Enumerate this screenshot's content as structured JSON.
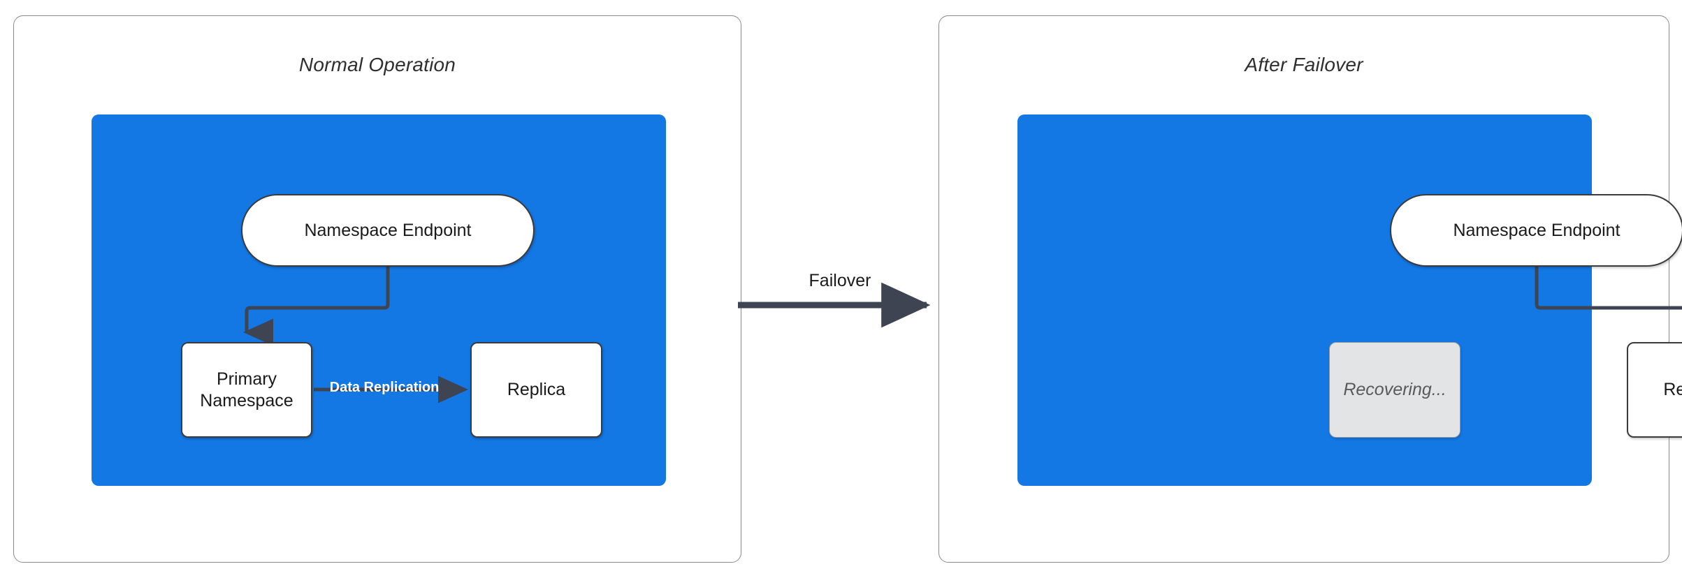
{
  "diagram": {
    "title_left": "Normal Operation",
    "title_right": "After Failover",
    "transition_label": "Failover",
    "colors": {
      "cluster_blue": "#1377E4",
      "node_stroke": "#3B3B3B",
      "node_fill": "#FFFFFF",
      "muted_fill": "#E2E4E6",
      "muted_text": "#5A5A5A",
      "panel_border": "#8A8A8A",
      "edge_stroke": "#3E4451",
      "replication_label": "#FFFFFF"
    },
    "left_panel": {
      "title": "Normal Operation",
      "nodes": {
        "endpoint": "Namespace Endpoint",
        "primary": "Primary\nNamespace",
        "primary_line1": "Primary",
        "primary_line2": "Namespace",
        "replica": "Replica"
      },
      "edges": {
        "endpoint_to_primary": "",
        "replication": "Data Replication"
      }
    },
    "right_panel": {
      "title": "After Failover",
      "nodes": {
        "endpoint": "Namespace Endpoint",
        "recovering": "Recovering...",
        "replica": "Replica"
      },
      "edges": {
        "endpoint_to_replica": ""
      }
    }
  }
}
